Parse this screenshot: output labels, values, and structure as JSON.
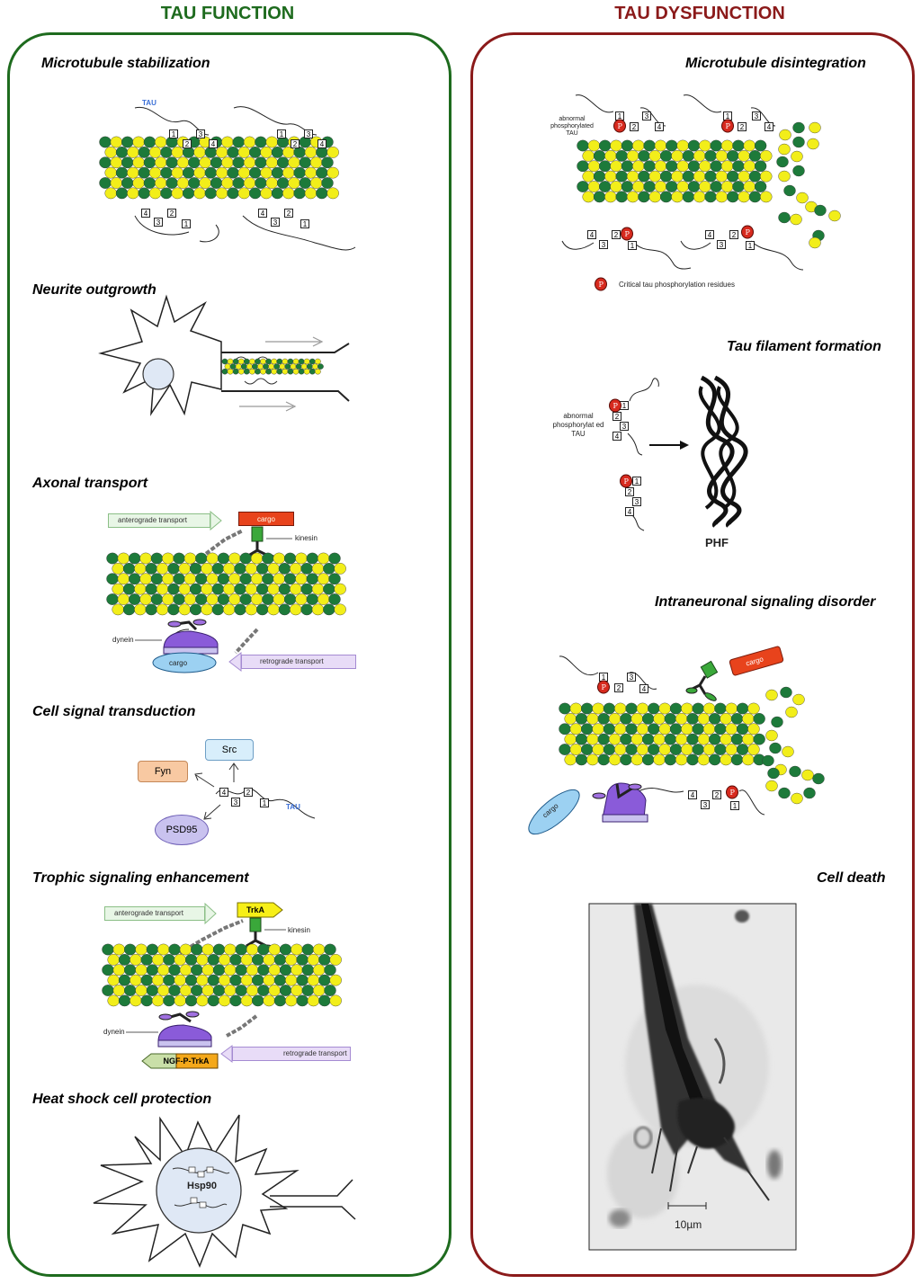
{
  "left": {
    "title": "TAU FUNCTION",
    "sections": [
      {
        "title": "Microtubule stabilization"
      },
      {
        "title": "Neurite outgrowth"
      },
      {
        "title": "Axonal transport"
      },
      {
        "title": "Cell signal transduction"
      },
      {
        "title": "Trophic signaling enhancement"
      },
      {
        "title": "Heat shock cell protection"
      }
    ],
    "labels": {
      "tau": "TAU",
      "anterograde": "anterograde  transport",
      "retrograde": "retrograde  transport",
      "cargo": "cargo",
      "kinesin": "kinesin",
      "dynein": "dynein",
      "src": "Src",
      "fyn": "Fyn",
      "psd95": "PSD95",
      "trka": "TrkA",
      "ngf": "NGF-P-TrkA",
      "hsp90": "Hsp90"
    }
  },
  "right": {
    "title": "TAU DYSFUNCTION",
    "sections": [
      {
        "title": "Microtubule disintegration"
      },
      {
        "title": "Tau filament formation"
      },
      {
        "title": "Intraneuronal signaling disorder"
      },
      {
        "title": "Cell death"
      }
    ],
    "labels": {
      "abnormal1": "abnormal phosphorylated TAU",
      "legend": "Critical tau phosphorylation residues",
      "p": "P",
      "abnormal2": "abnormal phosphorylat ed TAU",
      "phf": "PHF",
      "cargo": "cargo",
      "scale": "10µm"
    }
  },
  "colors": {
    "function": "#1e6b1e",
    "dysfunction": "#8b1a1a",
    "green_tubulin": "#1d7a3a",
    "yellow_tubulin": "#f2ee1a"
  }
}
